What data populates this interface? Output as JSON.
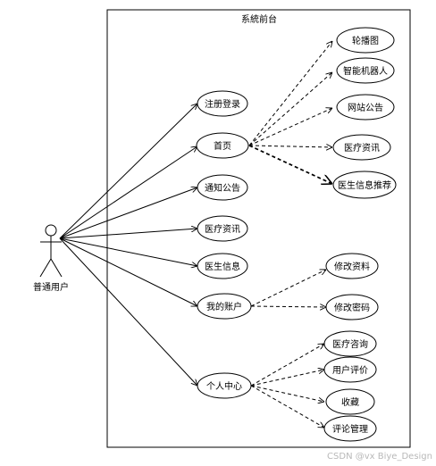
{
  "diagram": {
    "system_title": "系統前台",
    "actor_label": "普通用户",
    "watermark": "CSDN @vx Biye_Design",
    "use_cases": {
      "register_login": "注册登录",
      "home": "首页",
      "notice": "通知公告",
      "medical_news": "医疗资讯",
      "doctor_info": "医生信息",
      "my_account": "我的账户",
      "personal_center": "个人中心"
    },
    "home_extensions": {
      "carousel": "轮播图",
      "robot": "智能机器人",
      "site_notice": "网站公告",
      "medical_news": "医疗资讯",
      "doctor_recommend": "医生信息推荐"
    },
    "account_extensions": {
      "edit_profile": "修改资料",
      "change_password": "修改密码"
    },
    "center_extensions": {
      "medical_consult": "医疗咨询",
      "user_review": "用户评价",
      "favorites": "收藏",
      "review_manage": "评论管理"
    }
  }
}
